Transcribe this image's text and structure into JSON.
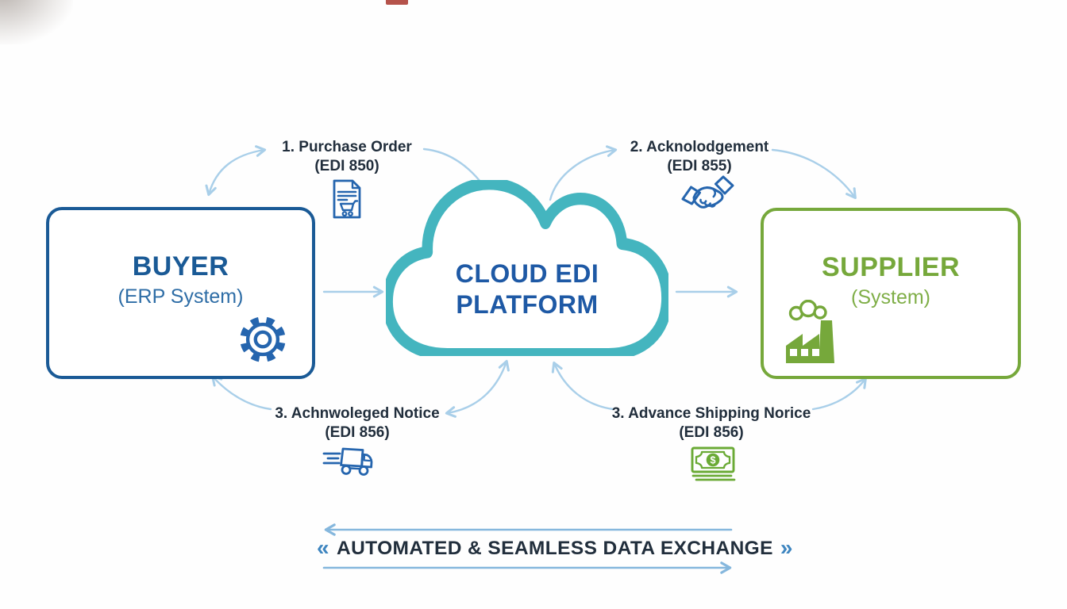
{
  "diagram": {
    "buyer": {
      "title": "BUYER",
      "subtitle": "(ERP System)"
    },
    "cloud": {
      "line1": "CLOUD EDI",
      "line2": "PLATFORM"
    },
    "supplier": {
      "title": "SUPPLIER",
      "subtitle": "(System)"
    },
    "flows": [
      {
        "step": "1",
        "label": "1. Purchase Order",
        "code": "(EDI 850)",
        "icon": "purchase-order-document-icon",
        "from": "buyer",
        "to": "cloud"
      },
      {
        "step": "2",
        "label": "2. Acknolodgement",
        "code": "(EDI 855)",
        "icon": "handshake-icon",
        "from": "cloud",
        "to": "supplier"
      },
      {
        "step": "3",
        "label": "3. Achnwoleged Notice",
        "code": "(EDI 856)",
        "icon": "delivery-truck-icon",
        "from": "cloud",
        "to": "buyer"
      },
      {
        "step": "3",
        "label": "3. Advance Shipping Norice",
        "code": "(EDI 856)",
        "icon": "money-icon",
        "from": "supplier",
        "to": "cloud"
      }
    ],
    "banner": {
      "left_chevron": "«",
      "text": "AUTOMATED & SEAMLESS DATA EXCHANGE",
      "right_chevron": "»"
    }
  },
  "colors": {
    "buyer_blue": "#1a5a96",
    "supplier_green": "#76a83b",
    "supplier_border_green": "#7cb044",
    "cloud_teal": "#44b5bf",
    "cloud_text_blue": "#1e59a5",
    "label_navy": "#212e3c",
    "arrow_blue": "#a9cfe9",
    "banner_arrow_blue": "#85b7dd",
    "chevron_blue": "#3f86c0",
    "icon_blue": "#2565ae",
    "money_green": "#6aaa35"
  }
}
